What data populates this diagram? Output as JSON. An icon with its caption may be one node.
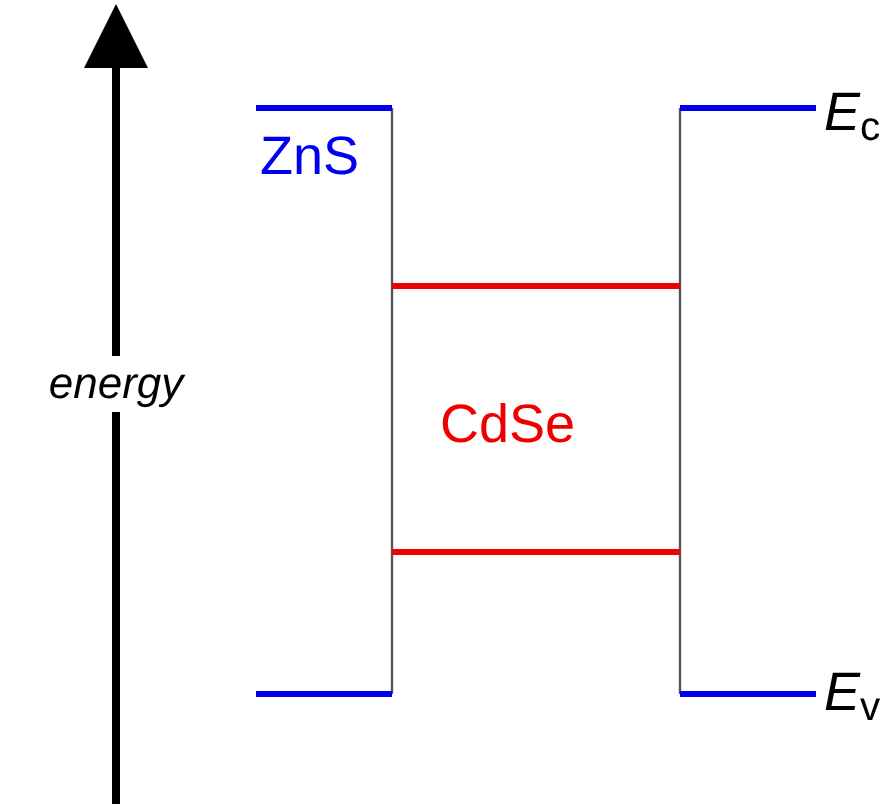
{
  "diagram": {
    "labels": [
      "energy",
      "ZnS",
      "*E*$_{c}$",
      "CdSe",
      "*E*$_{v}$"
    ]
  }
}
